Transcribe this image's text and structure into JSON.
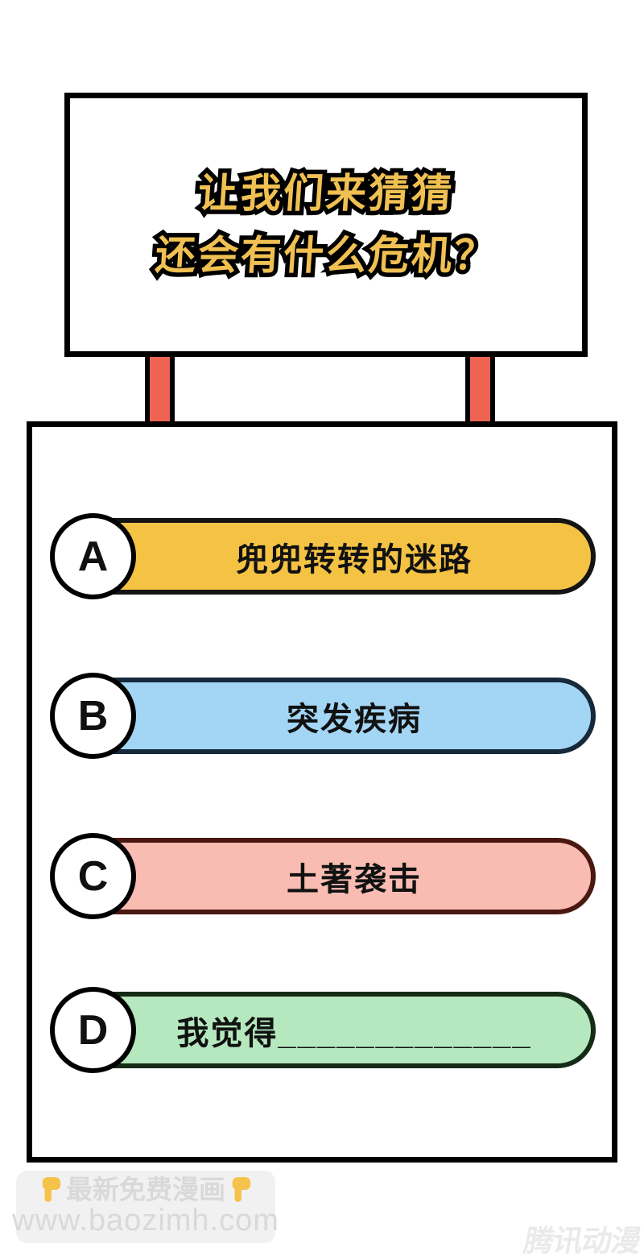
{
  "sign": {
    "title_line1": "让我们来猜猜",
    "title_line2": "还会有什么危机？",
    "title_color": "#F0C052",
    "outline_color": "#000000"
  },
  "posts": {
    "color": "#EE6352"
  },
  "quiz": {
    "options": [
      {
        "letter": "A",
        "label": "兜兜转转的迷路",
        "fill": "#F5C344",
        "border": "#141414"
      },
      {
        "letter": "B",
        "label": "突发疾病",
        "fill": "#A3D6F5",
        "border": "#16293B"
      },
      {
        "letter": "C",
        "label": "土著袭击",
        "fill": "#F9BCB3",
        "border": "#4A1811"
      },
      {
        "letter": "D",
        "label": "我觉得_____________",
        "fill": "#B5E8BE",
        "border": "#152B16"
      }
    ]
  },
  "watermark": {
    "line1": "最新免费漫画",
    "line2": "www.baozimh.com",
    "hand_icon": "pointing-down-hand",
    "text_color": "#D9D9D9",
    "hand_color": "#F5C24B"
  },
  "publisher_logo": {
    "text": "腾讯动漫",
    "color": "#EAEAEA"
  }
}
